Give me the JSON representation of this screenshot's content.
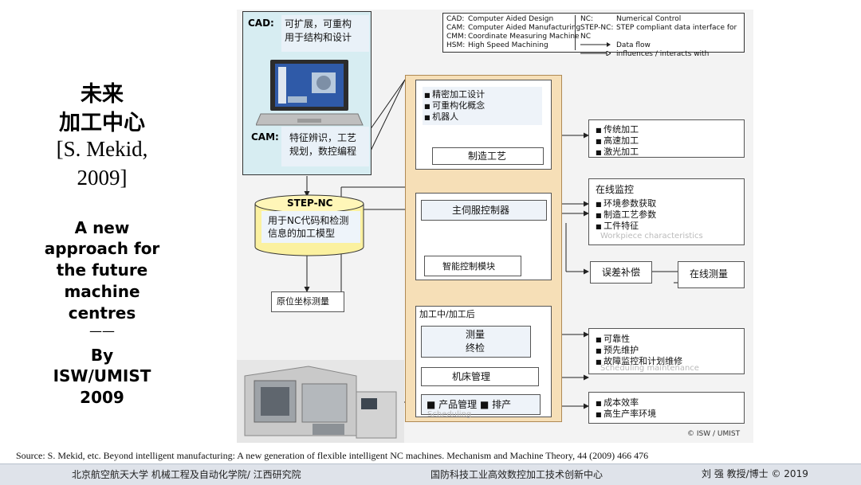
{
  "left_panel": {
    "title_line1": "未来",
    "title_line2": "加工中心",
    "citation_line1": "[S. Mekid,",
    "citation_line2": "2009]",
    "subtitle_lines": [
      "A new",
      "approach for",
      "the future",
      "machine",
      "centres"
    ],
    "dash": "——",
    "by_lines": [
      "By",
      "ISW/UMIST",
      "2009"
    ]
  },
  "legend": {
    "rows": [
      {
        "abbr": "CAD:",
        "desc": "Computer Aided Design"
      },
      {
        "abbr": "CAM:",
        "desc": "Computer Aided Manufacturing"
      },
      {
        "abbr": "CMM:",
        "desc": "Coordinate Measuring Machine"
      },
      {
        "abbr": "HSM:",
        "desc": "High Speed Machining"
      }
    ],
    "rows_right": [
      {
        "abbr": "NC:",
        "desc": "Numerical Control"
      },
      {
        "abbr": "STEP-NC:",
        "desc": "STEP compliant data interface for NC"
      },
      {
        "abbr": "",
        "desc": "Data flow"
      },
      {
        "abbr": "",
        "desc": "influences / interacts with"
      }
    ]
  },
  "cad_cam": {
    "cad_label": "CAD:",
    "cad_text_1": "可扩展，可重构",
    "cad_text_2": "用于结构和设计",
    "cam_label": "CAM:",
    "cam_text_1": "特征辨识，工艺",
    "cam_text_2": "规划，数控编程"
  },
  "step_nc": {
    "label": "STEP-NC",
    "text_1": "用于NC代码和检测",
    "text_2": "信息的加工模型"
  },
  "insitu": "原位坐标测量",
  "design_box": {
    "items": [
      "精密加工设计",
      "可重构化概念",
      "机器人"
    ],
    "process": "制造工艺"
  },
  "servo": "主伺服控制器",
  "smart": "智能控制模块",
  "post": {
    "header": "加工中/加工后",
    "measure_1": "测量",
    "measure_2": "终检",
    "machine_mgmt": "机床管理",
    "product_mgmt": "■ 产品管理  ■ 排产"
  },
  "right": {
    "machining": [
      "传统加工",
      "高速加工",
      "激光加工"
    ],
    "online_title": "在线监控",
    "online_items": [
      "环境参数获取",
      "制造工艺参数",
      "工件特征"
    ],
    "error_comp": "误差补偿",
    "online_measure": "在线测量",
    "reliability": [
      "可靠性",
      "预先维护",
      "故障监控和计划维修"
    ],
    "cost": [
      "成本效率",
      "高生产率环境"
    ],
    "copyright": "© ISW / UMIST"
  },
  "ghost_text": {
    "workpiece": "Workpiece characteristics",
    "scheduling_maint": "Scheduling maintenance",
    "scheduling": "Scheduling"
  },
  "source": "Source: S. Mekid, etc. Beyond intelligent manufacturing: A new generation of flexible intelligent NC machines. Mechanism and Machine Theory, 44 (2009) 466  476",
  "footer": {
    "left": "北京航空航天大学 机械工程及自动化学院/ 江西研究院",
    "center": "国防科技工业高效数控加工技术创新中心",
    "right": "刘 强 教授/博士 © 2019"
  }
}
